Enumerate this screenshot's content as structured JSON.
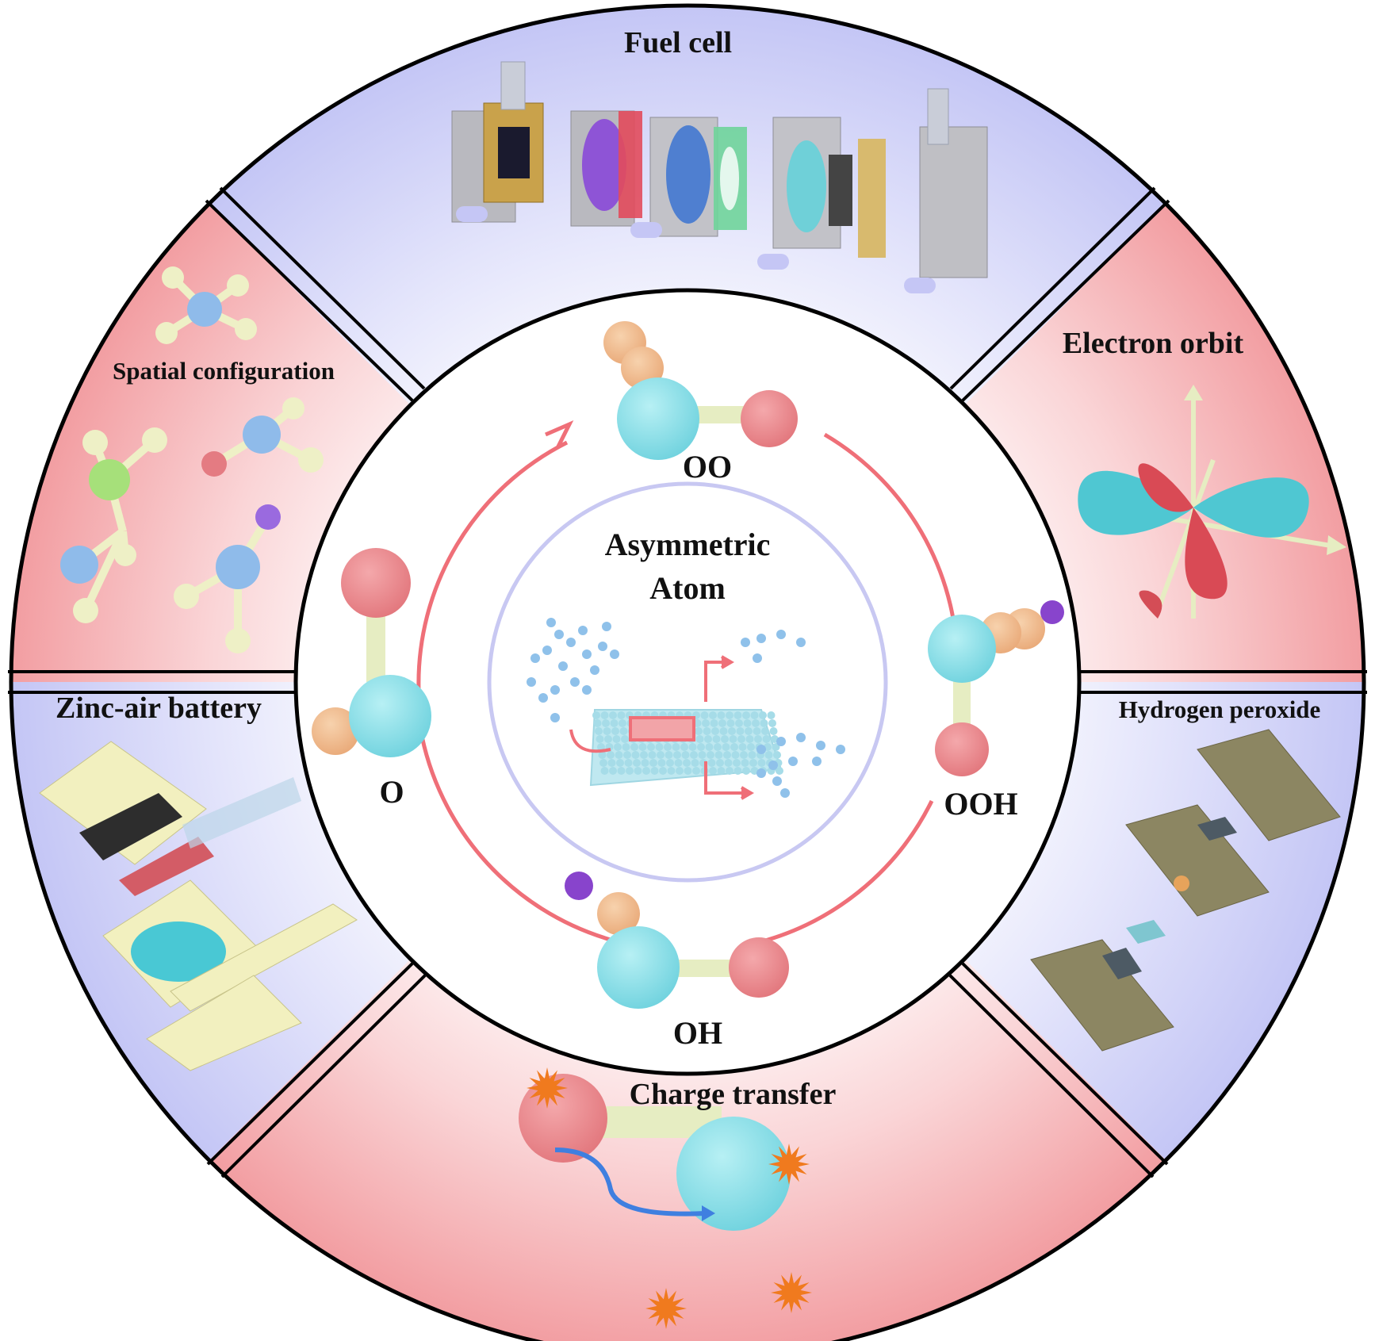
{
  "center": {
    "line1": "Asymmetric",
    "line2": "Atom"
  },
  "cycle": {
    "o": "O",
    "oo": "OO",
    "ooh": "OOH",
    "oh": "OH"
  },
  "sectors": {
    "fuel_cell": "Fuel cell",
    "electron_orbit": "Electron orbit",
    "hydrogen_peroxide": "Hydrogen peroxide",
    "charge_transfer": "Charge transfer",
    "zinc_air": "Zinc-air battery",
    "spatial": "Spatial configuration"
  },
  "colors": {
    "blue_sector": "#c6c8f6",
    "red_sector": "#f4a3a6",
    "atom_cyan": "#86dde6",
    "atom_red": "#e8858a",
    "atom_orange": "#efb987",
    "atom_purple": "#8844cc",
    "bond": "#e6edc2",
    "arrow": "#ef6f78",
    "inner_ring": "#c8c8f2"
  }
}
